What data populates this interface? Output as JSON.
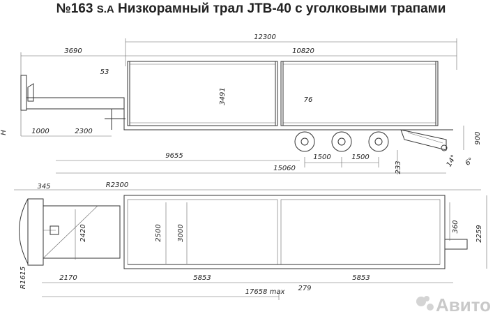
{
  "title": {
    "number": "№163",
    "code": "S.A",
    "text": "Низкорамный трал JTB-40 с уголковыми трапами"
  },
  "side_view": {
    "overall_length": "12300",
    "front_overhang": "3690",
    "deck_length": "10820",
    "gooseneck_step": "53",
    "container_height": "3491",
    "container_gap": "76",
    "height_label": "H",
    "kingpin_offset": "1000",
    "neck_length": "2300",
    "axle_spacing_1": "1500",
    "axle_spacing_2": "1500",
    "kingpin_to_axle": "9655",
    "total_length": "15060",
    "ground_clearance": "233",
    "ramp_height": "900",
    "ramp_angle_1": "14°",
    "ramp_angle_2": "6°"
  },
  "top_view": {
    "front_offset": "345",
    "turn_radius": "R2300",
    "neck_width": "2420",
    "inner_width": "2500",
    "outer_width": "3000",
    "side_offset": "360",
    "overall_width": "2259",
    "swing_radius": "R1615",
    "neck_length": "2170",
    "container_length_1": "5853",
    "container_length_2": "5853",
    "container_gap": "279",
    "max_length": "17658 max"
  },
  "watermark": "Авито"
}
